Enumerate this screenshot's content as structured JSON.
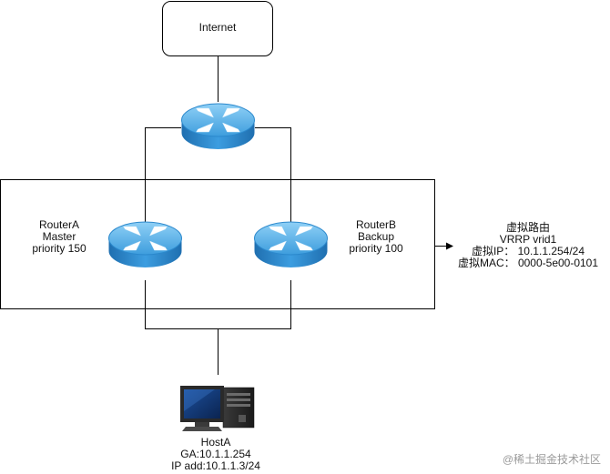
{
  "internet": {
    "label": "Internet"
  },
  "router_a": {
    "name": "RouterA",
    "role": "Master",
    "priority": "priority 150"
  },
  "router_b": {
    "name": "RouterB",
    "role": "Backup",
    "priority": "priority 100"
  },
  "virtual_router": {
    "title": "虚拟路由",
    "vrid": "VRRP vrid1",
    "ip": "虚拟IP： 10.1.1.254/24",
    "mac": "虚拟MAC： 0000-5e00-0101"
  },
  "host": {
    "name": "HostA",
    "gateway": "GA:10.1.1.254",
    "ip": "IP add:10.1.1.3/24"
  },
  "watermark": "@稀土掘金技术社区",
  "colors": {
    "router_top": "#5fb3e8",
    "router_side": "#2a86cc",
    "line": "#000000"
  },
  "icons": {
    "router": "router-icon",
    "host": "desktop-computer-icon"
  }
}
